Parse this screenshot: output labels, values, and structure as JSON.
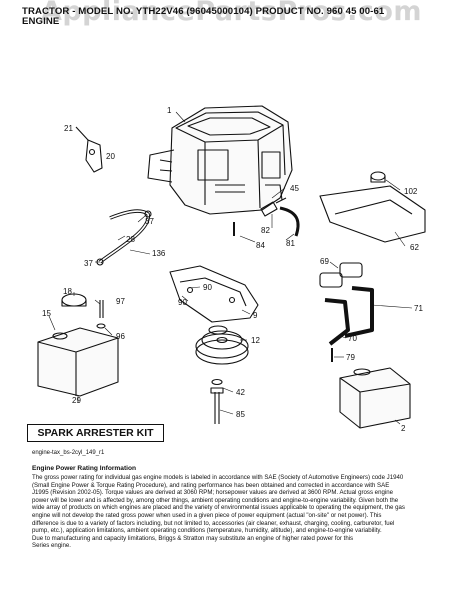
{
  "header": {
    "line1": "TRACTOR - MODEL NO. YTH22V46 (96045000104) PRODUCT NO. 960 45 00-61",
    "line2": "ENGINE"
  },
  "watermark": "AppliancePartsPros.com",
  "callouts": [
    "1",
    "21",
    "20",
    "45",
    "102",
    "37",
    "28",
    "136",
    "82",
    "84",
    "81",
    "62",
    "37",
    "90",
    "69",
    "18",
    "97",
    "15",
    "90",
    "96",
    "9",
    "12",
    "70",
    "71",
    "79",
    "42",
    "85",
    "29",
    "2"
  ],
  "kit_label": "SPARK ARRESTER KIT",
  "ref_code": "engine-tax_bs-2cyl_149_r1",
  "rating": {
    "title": "Engine Power Rating Information",
    "lines": [
      "The gross power rating for individual gas engine models is labeled in accordance with SAE (Society of Automotive Engineers) code J1940",
      "(Small Engine Power & Torque Rating Procedure), and rating performance has been obtained and corrected in accordance with SAE",
      "J1995 (Revision 2002-05). Torque values are derived at 3060 RPM; horsepower values are derived at 3600 RPM. Actual gross engine",
      "power will be lower and is affected by, among other things, ambient operating conditions and engine-to-engine variability. Given both the",
      "wide array of products on which engines are placed and the variety of environmental issues applicable to operating the equipment, the gas",
      "engine will not develop the rated gross power when used in a given piece of power equipment (actual \"on-site\" or net power). This",
      "difference is due to a variety of factors including, but not limited to, accessories (air cleaner, exhaust, charging, cooling, carburetor, fuel",
      "pump, etc.), application limitations, ambient operating conditions (temperature, humidity, altitude), and engine-to-engine variability.",
      "Due to manufacturing and capacity limitations, Briggs & Stratton may substitute an engine of higher rated power for this",
      "Series engine."
    ]
  }
}
